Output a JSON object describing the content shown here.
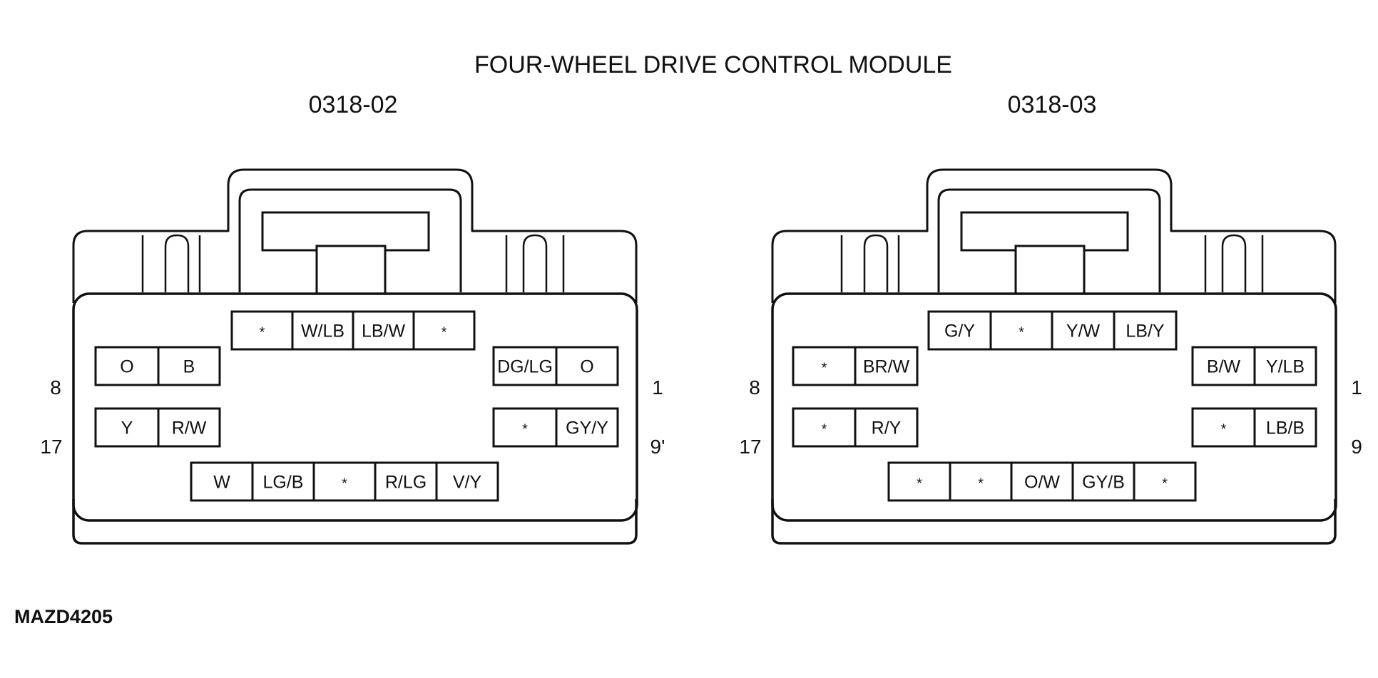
{
  "title": "FOUR-WHEEL DRIVE CONTROL MODULE",
  "figure_id": "MAZD4205",
  "colors": {
    "ink": "#111111",
    "background": "#ffffff"
  },
  "connectors": [
    {
      "name": "0318-02",
      "rows": {
        "top": [
          "*",
          "W/LB",
          "LB/W",
          "*"
        ],
        "left_upper": [
          "O",
          "B"
        ],
        "left_lower": [
          "Y",
          "R/W"
        ],
        "right_upper": [
          "DG/LG",
          "O"
        ],
        "right_lower": [
          "*",
          "GY/Y"
        ],
        "bottom": [
          "W",
          "LG/B",
          "*",
          "R/LG",
          "V/Y"
        ]
      },
      "pin_labels": {
        "left_upper": "8",
        "left_lower": "17",
        "right_upper": "1",
        "right_lower": "9'"
      }
    },
    {
      "name": "0318-03",
      "rows": {
        "top": [
          "G/Y",
          "*",
          "Y/W",
          "LB/Y"
        ],
        "left_upper": [
          "*",
          "BR/W"
        ],
        "left_lower": [
          "*",
          "R/Y"
        ],
        "right_upper": [
          "B/W",
          "Y/LB"
        ],
        "right_lower": [
          "*",
          "LB/B"
        ],
        "bottom": [
          "*",
          "*",
          "O/W",
          "GY/B",
          "*"
        ]
      },
      "pin_labels": {
        "left_upper": "8",
        "left_lower": "17",
        "right_upper": "1",
        "right_lower": "9"
      }
    }
  ]
}
